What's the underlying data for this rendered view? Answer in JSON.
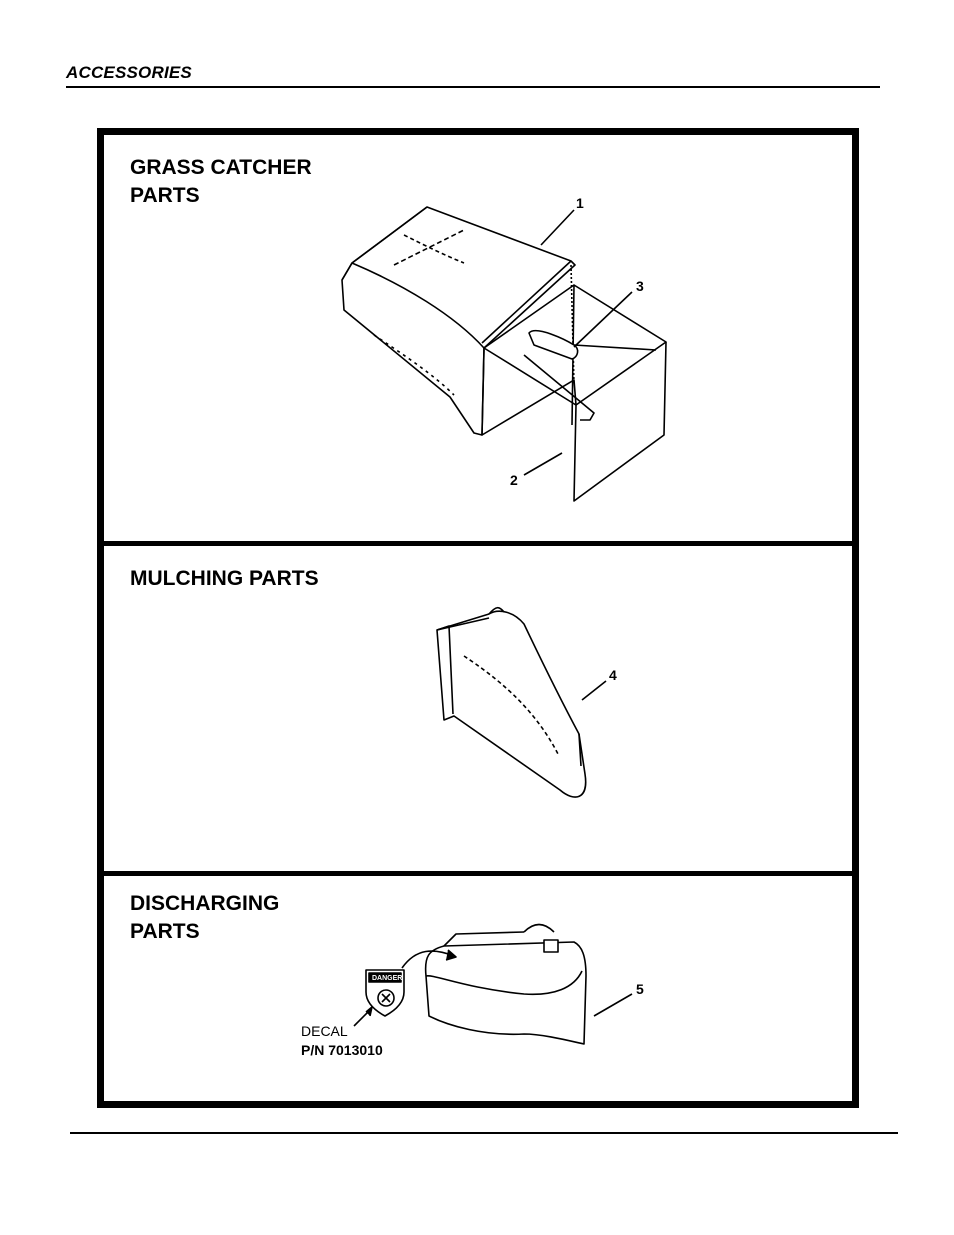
{
  "header": {
    "section_title": "ACCESSORIES"
  },
  "panels": [
    {
      "title": "GRASS CATCHER\nPARTS",
      "callouts": [
        "1",
        "2",
        "3"
      ]
    },
    {
      "title": "MULCHING PARTS",
      "callouts": [
        "4"
      ]
    },
    {
      "title": "DISCHARGING\nPARTS",
      "callouts": [
        "5"
      ],
      "decal": {
        "label": "DECAL",
        "part_number": "P/N  7013010",
        "sign_text": "DANGER"
      }
    }
  ]
}
